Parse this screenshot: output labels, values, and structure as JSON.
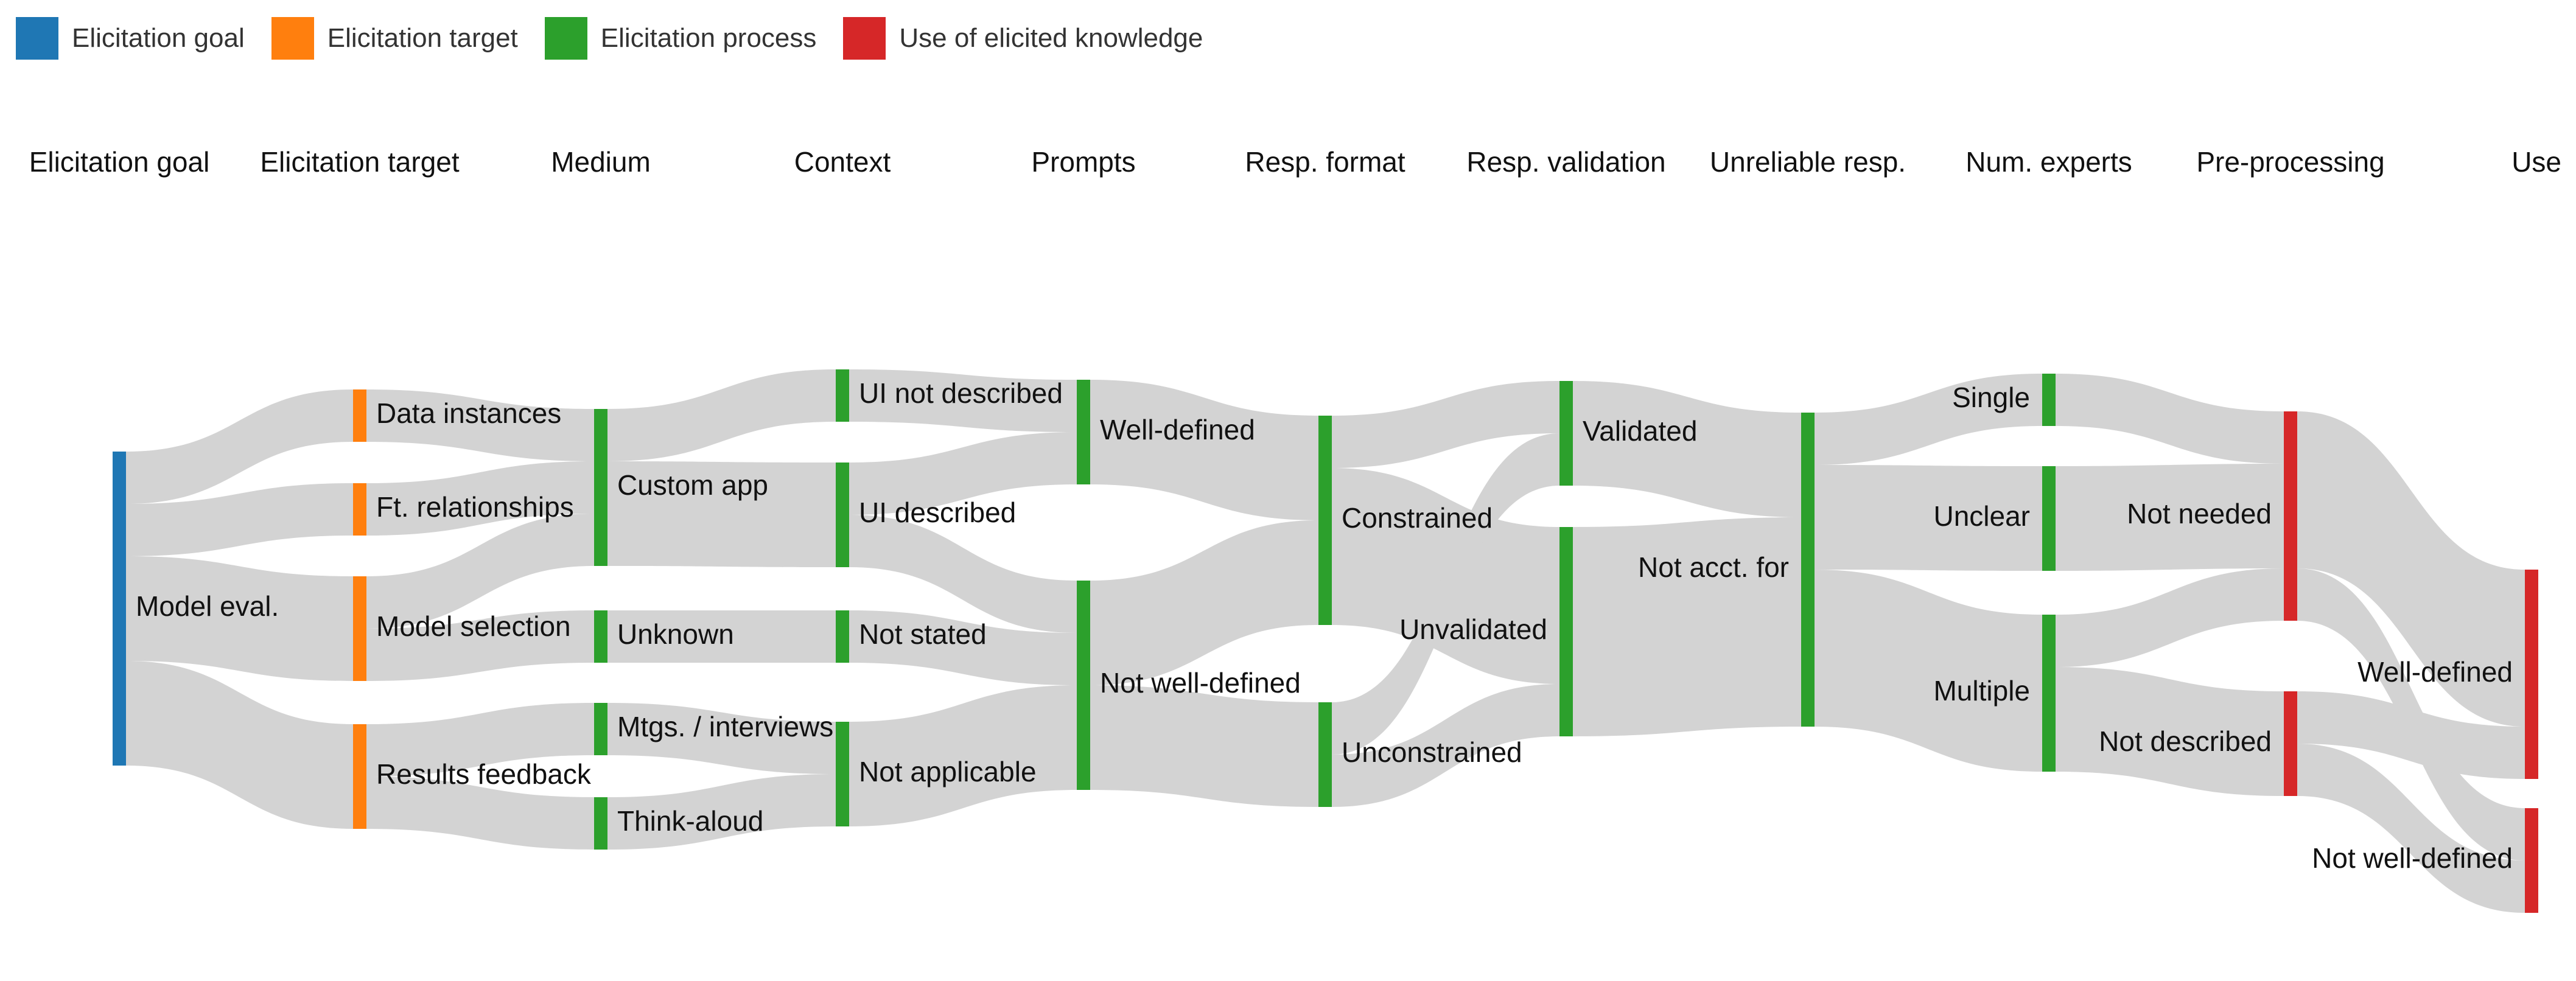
{
  "legend": [
    {
      "label": "Elicitation goal",
      "color": "#1f77b4"
    },
    {
      "label": "Elicitation target",
      "color": "#ff7f0e"
    },
    {
      "label": "Elicitation process",
      "color": "#2ca02c"
    },
    {
      "label": "Use of elicited knowledge",
      "color": "#d62728"
    }
  ],
  "columns": [
    "Elicitation goal",
    "Elicitation target",
    "Medium",
    "Context",
    "Prompts",
    "Resp. format",
    "Resp. validation",
    "Unreliable resp.",
    "Num. experts",
    "Pre-processing",
    "Use"
  ],
  "nodes": [
    {
      "id": "goal_model_eval",
      "label": "Model eval.",
      "column": 0,
      "category": "Elicitation goal"
    },
    {
      "id": "t_data_instances",
      "label": "Data instances",
      "column": 1,
      "category": "Elicitation target"
    },
    {
      "id": "t_ft_relationships",
      "label": "Ft. relationships",
      "column": 1,
      "category": "Elicitation target"
    },
    {
      "id": "t_model_selection",
      "label": "Model selection",
      "column": 1,
      "category": "Elicitation target"
    },
    {
      "id": "t_results_feedback",
      "label": "Results feedback",
      "column": 1,
      "category": "Elicitation target"
    },
    {
      "id": "m_custom_app",
      "label": "Custom app",
      "column": 2,
      "category": "Elicitation process"
    },
    {
      "id": "m_unknown",
      "label": "Unknown",
      "column": 2,
      "category": "Elicitation process"
    },
    {
      "id": "m_meetings",
      "label": "Mtgs. / interviews",
      "column": 2,
      "category": "Elicitation process"
    },
    {
      "id": "m_think_aloud",
      "label": "Think-aloud",
      "column": 2,
      "category": "Elicitation process"
    },
    {
      "id": "c_ui_not_described",
      "label": "UI not described",
      "column": 3,
      "category": "Elicitation process"
    },
    {
      "id": "c_ui_described",
      "label": "UI described",
      "column": 3,
      "category": "Elicitation process"
    },
    {
      "id": "c_not_stated",
      "label": "Not stated",
      "column": 3,
      "category": "Elicitation process"
    },
    {
      "id": "c_not_applicable",
      "label": "Not applicable",
      "column": 3,
      "category": "Elicitation process"
    },
    {
      "id": "p_well_defined",
      "label": "Well-defined",
      "column": 4,
      "category": "Elicitation process"
    },
    {
      "id": "p_not_well_defined",
      "label": "Not well-defined",
      "column": 4,
      "category": "Elicitation process"
    },
    {
      "id": "f_constrained",
      "label": "Constrained",
      "column": 5,
      "category": "Elicitation process"
    },
    {
      "id": "f_unconstrained",
      "label": "Unconstrained",
      "column": 5,
      "category": "Elicitation process"
    },
    {
      "id": "v_validated",
      "label": "Validated",
      "column": 6,
      "category": "Elicitation process"
    },
    {
      "id": "v_unvalidated",
      "label": "Unvalidated",
      "column": 6,
      "category": "Elicitation process"
    },
    {
      "id": "u_not_acct_for",
      "label": "Not acct. for",
      "column": 7,
      "category": "Elicitation process"
    },
    {
      "id": "n_single",
      "label": "Single",
      "column": 8,
      "category": "Elicitation process"
    },
    {
      "id": "n_unclear",
      "label": "Unclear",
      "column": 8,
      "category": "Elicitation process"
    },
    {
      "id": "n_multiple",
      "label": "Multiple",
      "column": 8,
      "category": "Elicitation process"
    },
    {
      "id": "pp_not_needed",
      "label": "Not needed",
      "column": 9,
      "category": "Use of elicited knowledge"
    },
    {
      "id": "pp_not_described",
      "label": "Not described",
      "column": 9,
      "category": "Use of elicited knowledge"
    },
    {
      "id": "use_well_defined",
      "label": "Well-defined",
      "column": 10,
      "category": "Use of elicited knowledge"
    },
    {
      "id": "use_not_well_defined",
      "label": "Not well-defined",
      "column": 10,
      "category": "Use of elicited knowledge"
    }
  ],
  "links": [
    {
      "source": "goal_model_eval",
      "target": "t_data_instances",
      "value": 1
    },
    {
      "source": "goal_model_eval",
      "target": "t_ft_relationships",
      "value": 1
    },
    {
      "source": "goal_model_eval",
      "target": "t_model_selection",
      "value": 2
    },
    {
      "source": "goal_model_eval",
      "target": "t_results_feedback",
      "value": 2
    },
    {
      "source": "t_data_instances",
      "target": "m_custom_app",
      "value": 1
    },
    {
      "source": "t_ft_relationships",
      "target": "m_custom_app",
      "value": 1
    },
    {
      "source": "t_model_selection",
      "target": "m_custom_app",
      "value": 1
    },
    {
      "source": "t_model_selection",
      "target": "m_unknown",
      "value": 1
    },
    {
      "source": "t_results_feedback",
      "target": "m_meetings",
      "value": 1
    },
    {
      "source": "t_results_feedback",
      "target": "m_think_aloud",
      "value": 1
    },
    {
      "source": "m_custom_app",
      "target": "c_ui_not_described",
      "value": 1
    },
    {
      "source": "m_custom_app",
      "target": "c_ui_described",
      "value": 2
    },
    {
      "source": "m_unknown",
      "target": "c_not_stated",
      "value": 1
    },
    {
      "source": "m_meetings",
      "target": "c_not_applicable",
      "value": 1
    },
    {
      "source": "m_think_aloud",
      "target": "c_not_applicable",
      "value": 1
    },
    {
      "source": "c_ui_not_described",
      "target": "p_well_defined",
      "value": 1
    },
    {
      "source": "c_ui_described",
      "target": "p_well_defined",
      "value": 1
    },
    {
      "source": "c_ui_described",
      "target": "p_not_well_defined",
      "value": 1
    },
    {
      "source": "c_not_stated",
      "target": "p_not_well_defined",
      "value": 1
    },
    {
      "source": "c_not_applicable",
      "target": "p_not_well_defined",
      "value": 2
    },
    {
      "source": "p_well_defined",
      "target": "f_constrained",
      "value": 2
    },
    {
      "source": "p_not_well_defined",
      "target": "f_constrained",
      "value": 2
    },
    {
      "source": "p_not_well_defined",
      "target": "f_unconstrained",
      "value": 2
    },
    {
      "source": "f_constrained",
      "target": "v_validated",
      "value": 1
    },
    {
      "source": "f_constrained",
      "target": "v_unvalidated",
      "value": 3
    },
    {
      "source": "f_unconstrained",
      "target": "v_validated",
      "value": 1
    },
    {
      "source": "f_unconstrained",
      "target": "v_unvalidated",
      "value": 1
    },
    {
      "source": "v_validated",
      "target": "u_not_acct_for",
      "value": 2
    },
    {
      "source": "v_unvalidated",
      "target": "u_not_acct_for",
      "value": 4
    },
    {
      "source": "u_not_acct_for",
      "target": "n_single",
      "value": 1
    },
    {
      "source": "u_not_acct_for",
      "target": "n_unclear",
      "value": 2
    },
    {
      "source": "u_not_acct_for",
      "target": "n_multiple",
      "value": 3
    },
    {
      "source": "n_single",
      "target": "pp_not_needed",
      "value": 1
    },
    {
      "source": "n_unclear",
      "target": "pp_not_needed",
      "value": 2
    },
    {
      "source": "n_multiple",
      "target": "pp_not_needed",
      "value": 1
    },
    {
      "source": "n_multiple",
      "target": "pp_not_described",
      "value": 2
    },
    {
      "source": "pp_not_needed",
      "target": "use_well_defined",
      "value": 3
    },
    {
      "source": "pp_not_needed",
      "target": "use_not_well_defined",
      "value": 1
    },
    {
      "source": "pp_not_described",
      "target": "use_well_defined",
      "value": 1
    },
    {
      "source": "pp_not_described",
      "target": "use_not_well_defined",
      "value": 1
    }
  ]
}
